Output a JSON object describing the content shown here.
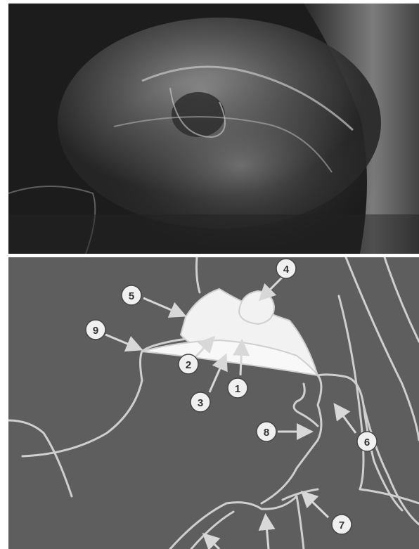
{
  "xray_image": {
    "description_icon": "pelvis-xray-image"
  },
  "diagram": {
    "callouts": [
      {
        "id": "callout-1",
        "label": "1"
      },
      {
        "id": "callout-2",
        "label": "2"
      },
      {
        "id": "callout-3",
        "label": "3"
      },
      {
        "id": "callout-4",
        "label": "4"
      },
      {
        "id": "callout-5",
        "label": "5"
      },
      {
        "id": "callout-6",
        "label": "6"
      },
      {
        "id": "callout-7",
        "label": "7"
      },
      {
        "id": "callout-8",
        "label": "8"
      },
      {
        "id": "callout-9",
        "label": "9"
      }
    ]
  },
  "colors": {
    "xray_bg": "#1e1e1e",
    "diagram_bg": "#5e5e5e",
    "line": "#cfcfcf",
    "fill": "#f2f2f2",
    "badge_fill": "#f0f0f0",
    "badge_text": "#333333"
  }
}
